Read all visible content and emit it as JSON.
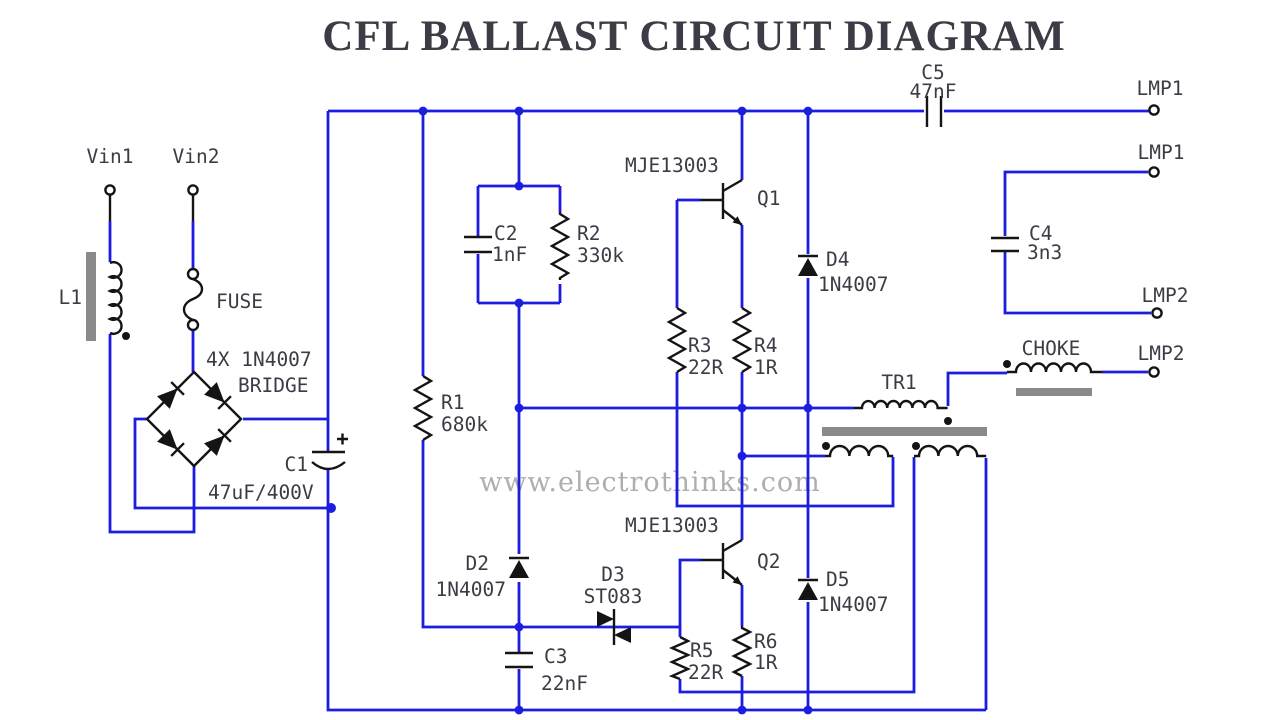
{
  "title": {
    "text": "CFL BALLAST CIRCUIT DIAGRAM",
    "color": "#A8342B"
  },
  "watermark": "www.electrothinks.com",
  "colors": {
    "wire": "#1D1DE0",
    "component": "#141414",
    "core": "#8A8A8A",
    "label": "#3C3C46"
  },
  "terminals": {
    "vin1": "Vin1",
    "vin2": "Vin2",
    "lmp1_top": "LMP1",
    "lmp1_mid": "LMP1",
    "lmp2_mid": "LMP2",
    "lmp2_bot": "LMP2"
  },
  "components": {
    "l1": {
      "ref": "L1"
    },
    "fuse": {
      "ref": "FUSE"
    },
    "bridge": {
      "line1": "4X 1N4007",
      "line2": "BRIDGE"
    },
    "c1": {
      "ref": "C1",
      "value": "47uF/400V"
    },
    "r1": {
      "ref": "R1",
      "value": "680k"
    },
    "c2": {
      "ref": "C2",
      "value": "1nF"
    },
    "r2": {
      "ref": "R2",
      "value": "330k"
    },
    "q1": {
      "part": "MJE13003",
      "ref": "Q1"
    },
    "q2": {
      "part": "MJE13003",
      "ref": "Q2"
    },
    "r3": {
      "ref": "R3",
      "value": "22R"
    },
    "r4": {
      "ref": "R4",
      "value": "1R"
    },
    "r5": {
      "ref": "R5",
      "value": "22R"
    },
    "r6": {
      "ref": "R6",
      "value": "1R"
    },
    "d2": {
      "ref": "D2",
      "value": "1N4007"
    },
    "d3": {
      "ref": "D3",
      "value": "ST083"
    },
    "d4": {
      "ref": "D4",
      "value": "1N4007"
    },
    "d5": {
      "ref": "D5",
      "value": "1N4007"
    },
    "c3": {
      "ref": "C3",
      "value": "22nF"
    },
    "c4": {
      "ref": "C4",
      "value": "3n3"
    },
    "c5": {
      "ref": "C5",
      "value": "47nF"
    },
    "tr1": {
      "ref": "TR1"
    },
    "choke": {
      "ref": "CHOKE"
    }
  }
}
